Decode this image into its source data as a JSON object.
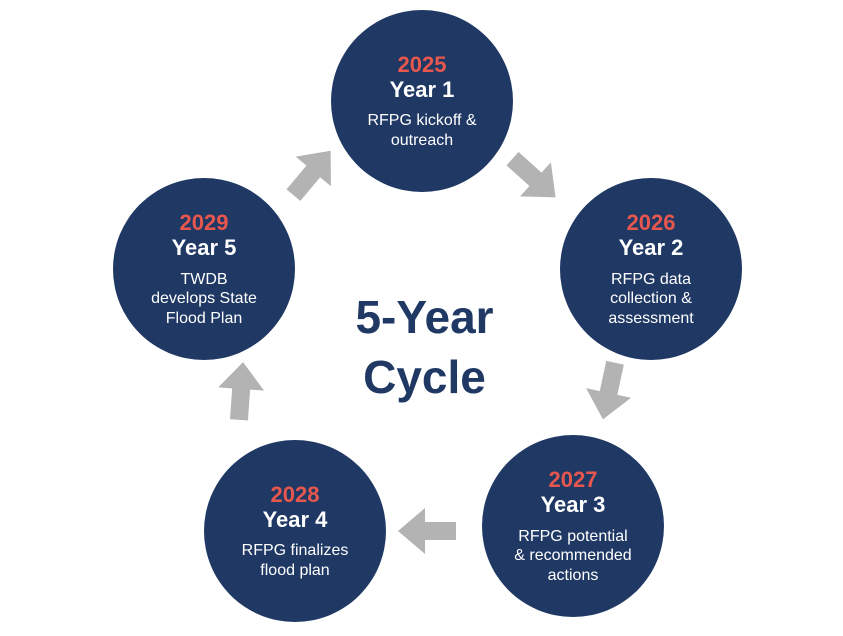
{
  "title": {
    "line1": "5-Year",
    "line2": "Cycle"
  },
  "colors": {
    "circle_fill": "#1f3864",
    "year_text": "#e8574e",
    "body_text": "#ffffff",
    "arrow": "#b3b3b3",
    "center_text": "#1f3864"
  },
  "nodes": [
    {
      "year": "2025",
      "label": "Year 1",
      "description": "RFPG kickoff & outreach"
    },
    {
      "year": "2026",
      "label": "Year 2",
      "description": "RFPG data collection & assessment"
    },
    {
      "year": "2027",
      "label": "Year 3",
      "description": "RFPG potential & recommended actions"
    },
    {
      "year": "2028",
      "label": "Year 4",
      "description": "RFPG finalizes flood plan"
    },
    {
      "year": "2029",
      "label": "Year 5",
      "description": "TWDB develops State Flood Plan"
    }
  ],
  "icons": {
    "arrow_1": "arrow-year5-to-year1",
    "arrow_2": "arrow-year1-to-year2",
    "arrow_3": "arrow-year2-to-year3",
    "arrow_4": "arrow-year3-to-year4",
    "arrow_5": "arrow-year4-to-year5"
  }
}
